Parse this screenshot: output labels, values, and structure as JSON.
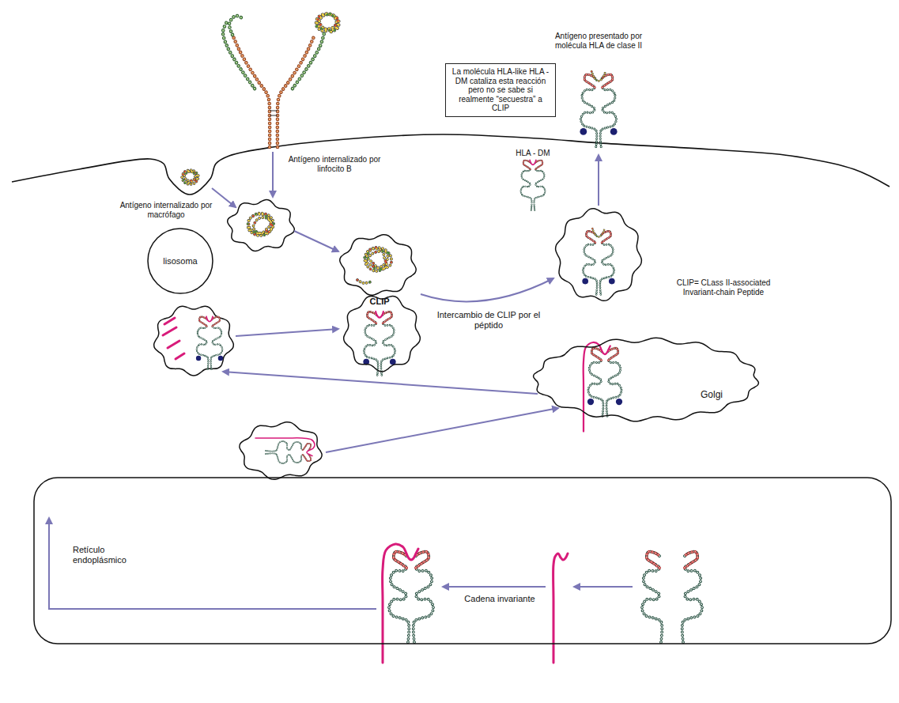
{
  "diagram": {
    "nodes": [
      {
        "text": [
          "La molécula HLA-like HLA - DM cataliza esta reacción pero no se sabe si realmente “secuestra” a CLIP"
        ]
      },
      {
        "text": [
          "lisosoma"
        ]
      },
      {
        "text": [
          "CLIP"
        ]
      },
      {
        "text": [
          "Golgi"
        ]
      },
      {
        "text": [
          "Retículo endoplásmico",
          "Cadena invariante"
        ]
      }
    ],
    "labels": [
      "Antígeno presentado por molécula HLA de clase II",
      "Antígeno internalizado por linfocito B",
      "HLA - DM",
      "Antígeno internalizado por macrófago",
      "CLIP= CLass II-associated Invariant-chain Peptide",
      "Intercambio de CLIP por el péptido"
    ]
  }
}
